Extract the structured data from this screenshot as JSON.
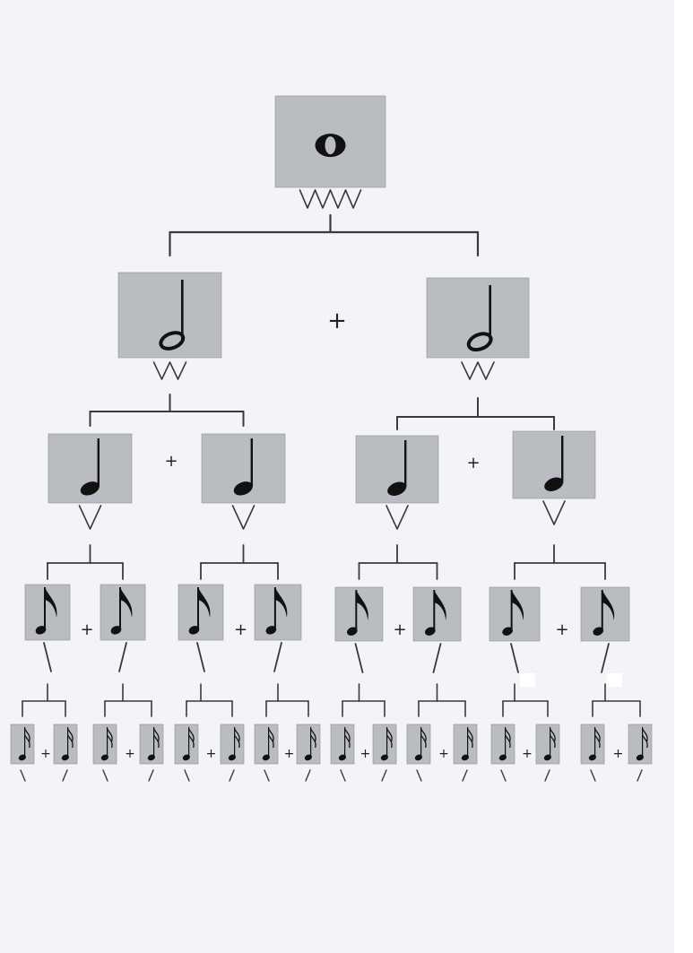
{
  "diagram": {
    "levels": [
      {
        "note": "whole",
        "glyph": "o",
        "count": 1
      },
      {
        "note": "half",
        "count": 2
      },
      {
        "note": "quarter",
        "count": 4
      },
      {
        "note": "eighth",
        "count": 8
      },
      {
        "note": "sixteenth",
        "count": 16
      }
    ],
    "plus_sign": "+",
    "colors": {
      "card": "#b9bcc0",
      "ink": "#151515",
      "lines": "#3a3a3a",
      "paper": "#f4f4f8"
    },
    "icons": [
      "whole-note-icon",
      "half-note-icon",
      "quarter-note-icon",
      "eighth-note-icon",
      "sixteenth-note-icon"
    ]
  }
}
